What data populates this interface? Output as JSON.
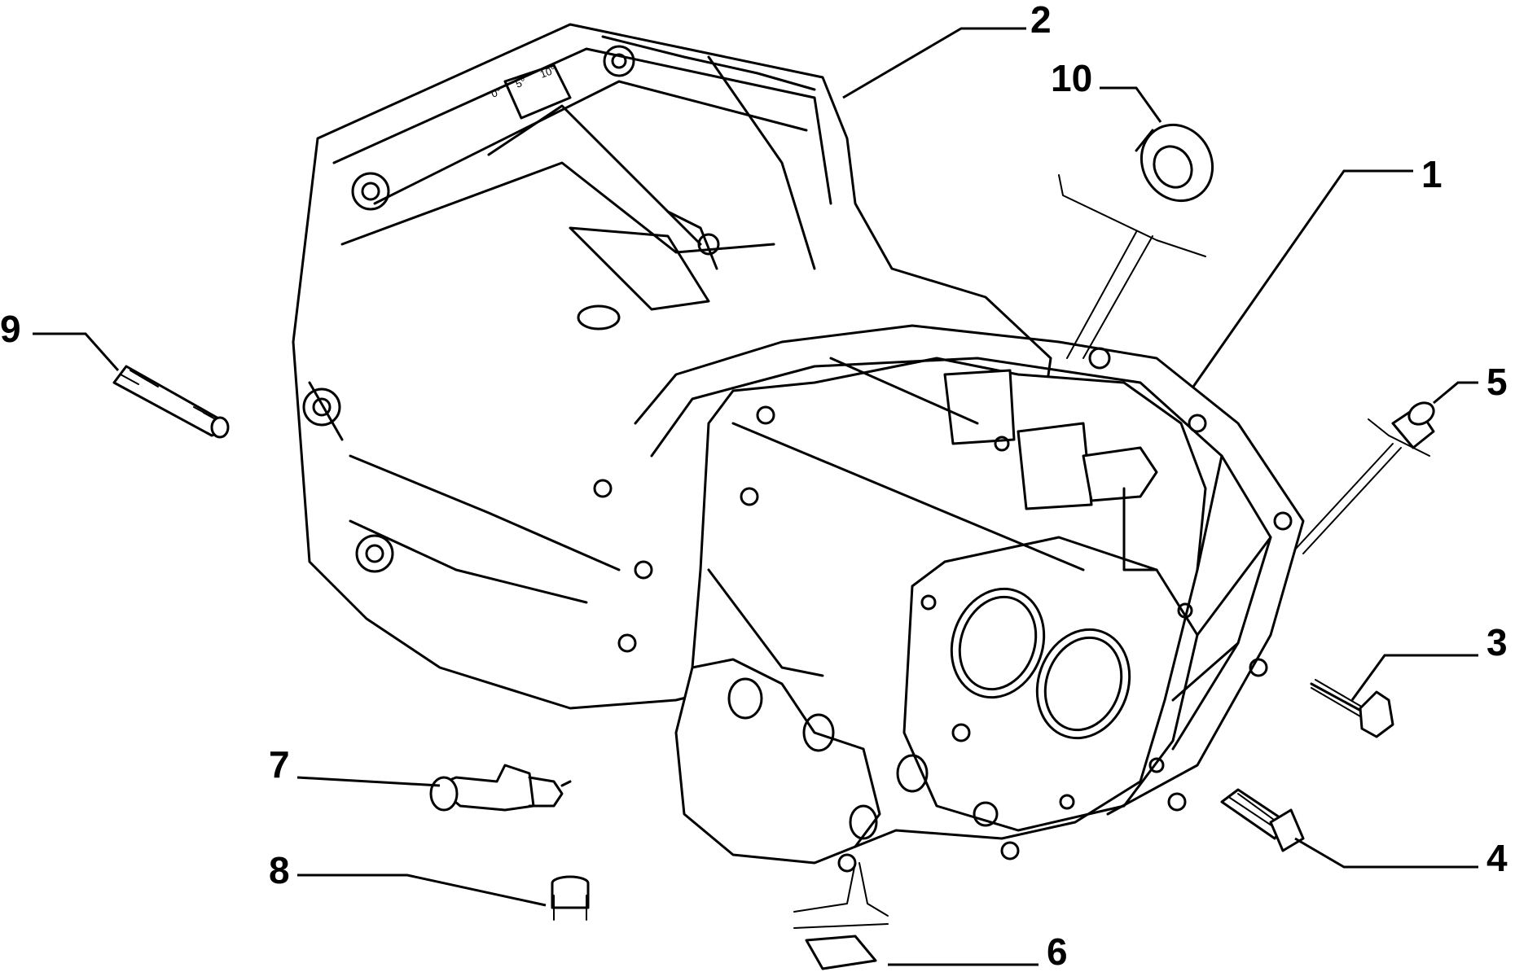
{
  "diagram": {
    "callouts": [
      {
        "id": "1",
        "label": "1"
      },
      {
        "id": "2",
        "label": "2"
      },
      {
        "id": "3",
        "label": "3"
      },
      {
        "id": "4",
        "label": "4"
      },
      {
        "id": "5",
        "label": "5"
      },
      {
        "id": "6",
        "label": "6"
      },
      {
        "id": "7",
        "label": "7"
      },
      {
        "id": "8",
        "label": "8"
      },
      {
        "id": "9",
        "label": "9"
      },
      {
        "id": "10",
        "label": "10"
      }
    ],
    "timing_scale": [
      "0°",
      "5°",
      "10°"
    ]
  }
}
